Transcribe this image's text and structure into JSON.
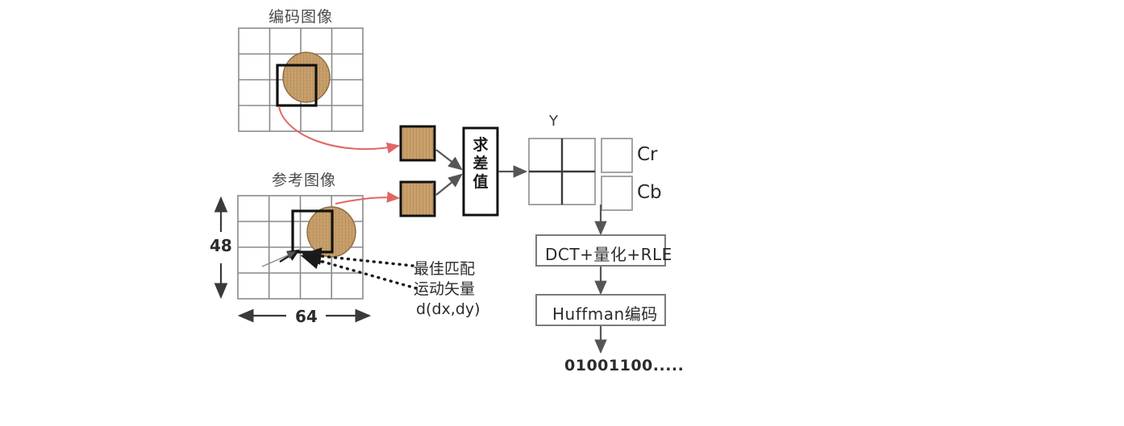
{
  "diagram": {
    "title_current_frame": "编码图像",
    "title_reference_frame": "参考图像",
    "dimension_height": "48",
    "dimension_width": "64",
    "difference_block_text": "求差值",
    "luma_label": "Y",
    "chroma_cr_label": "Cr",
    "chroma_cb_label": "Cb",
    "process_dct": "DCT+量化+RLE",
    "process_huffman": "Huffman编码",
    "bitstream_output": "01001100.....",
    "annotation_best_match": "最佳匹配",
    "annotation_motion_vector": "运动矢量",
    "annotation_vector_value": "d(dx,dy)"
  },
  "colors": {
    "grid_line": "#8a8a8a",
    "block_outline": "#111111",
    "object_fill": "#c8a06a",
    "object_stroke": "#8d6b3f",
    "red_arrow": "#e06666",
    "dark_arrow": "#555555",
    "box_border": "#7a7a7a",
    "text": "#2b2b2b"
  }
}
